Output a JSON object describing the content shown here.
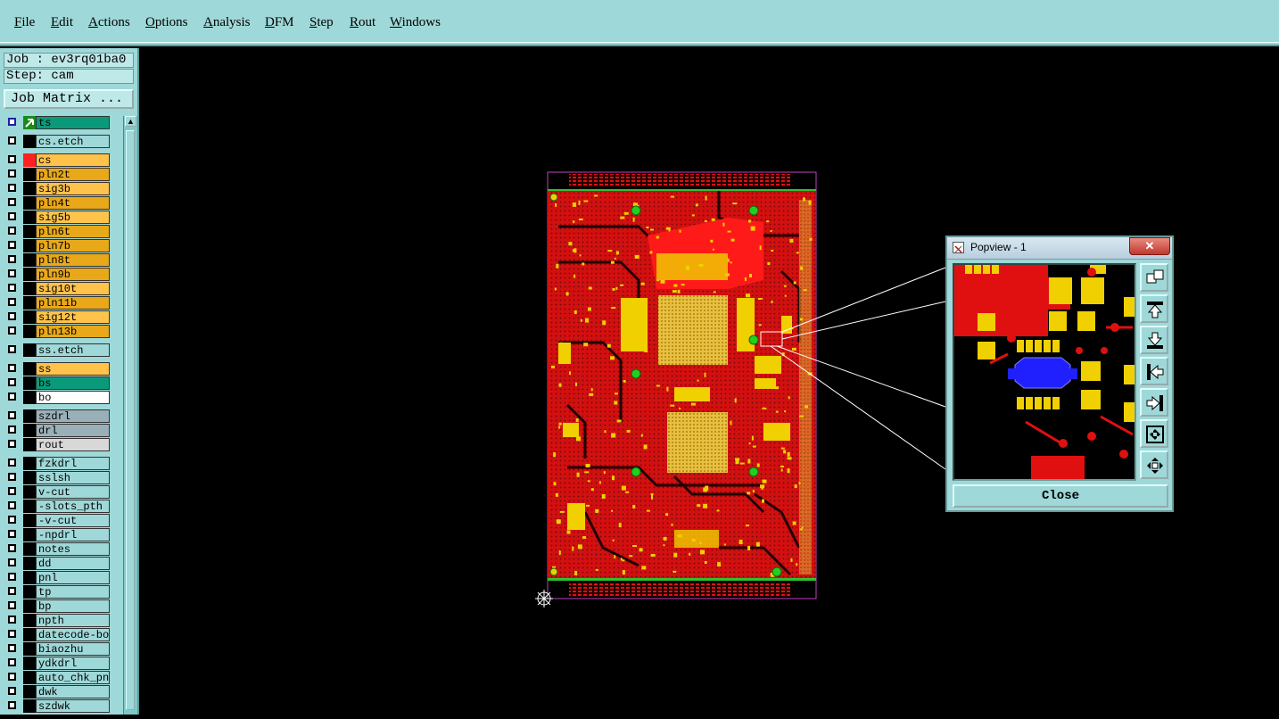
{
  "menu": [
    "File",
    "Edit",
    "Actions",
    "Options",
    "Analysis",
    "DFM",
    "Step",
    "Rout",
    "Windows"
  ],
  "job": {
    "job_label": "Job : ev3rq01ba0",
    "step_label": "Step: cam",
    "matrix_button": "Job Matrix ..."
  },
  "layers": [
    {
      "name": "ts",
      "bg": "#0a9a7a",
      "swatch": "#0a9a7a",
      "gap": false
    },
    {
      "name": "cs.etch",
      "bg": "#9fd8d8",
      "swatch": "#000000",
      "gap": true
    },
    {
      "name": "cs",
      "bg": "#ffc24a",
      "swatch": "#ff2020",
      "gap": true
    },
    {
      "name": "pln2t",
      "bg": "#e8a81a",
      "swatch": "#000000",
      "gap": false
    },
    {
      "name": "sig3b",
      "bg": "#ffc24a",
      "swatch": "#000000",
      "gap": false
    },
    {
      "name": "pln4t",
      "bg": "#e8a81a",
      "swatch": "#000000",
      "gap": false
    },
    {
      "name": "sig5b",
      "bg": "#ffc24a",
      "swatch": "#000000",
      "gap": false
    },
    {
      "name": "pln6t",
      "bg": "#e8a81a",
      "swatch": "#000000",
      "gap": false
    },
    {
      "name": "pln7b",
      "bg": "#e8a81a",
      "swatch": "#000000",
      "gap": false
    },
    {
      "name": "pln8t",
      "bg": "#e8a81a",
      "swatch": "#000000",
      "gap": false
    },
    {
      "name": "pln9b",
      "bg": "#e8a81a",
      "swatch": "#000000",
      "gap": false
    },
    {
      "name": "sig10t",
      "bg": "#ffc24a",
      "swatch": "#000000",
      "gap": false
    },
    {
      "name": "pln11b",
      "bg": "#e8a81a",
      "swatch": "#000000",
      "gap": false
    },
    {
      "name": "sig12t",
      "bg": "#ffc24a",
      "swatch": "#000000",
      "gap": false
    },
    {
      "name": "pln13b",
      "bg": "#e8a81a",
      "swatch": "#000000",
      "gap": false
    },
    {
      "name": "ss.etch",
      "bg": "#9fd8d8",
      "swatch": "#000000",
      "gap": true
    },
    {
      "name": "ss",
      "bg": "#ffc24a",
      "swatch": "#000000",
      "gap": true
    },
    {
      "name": "bs",
      "bg": "#0a9a7a",
      "swatch": "#000000",
      "gap": false
    },
    {
      "name": "bo",
      "bg": "#ffffff",
      "swatch": "#000000",
      "gap": false
    },
    {
      "name": "szdrl",
      "bg": "#9ab0b8",
      "swatch": "#000000",
      "gap": true
    },
    {
      "name": "drl",
      "bg": "#9ab0b8",
      "swatch": "#000000",
      "gap": false
    },
    {
      "name": "rout",
      "bg": "#d8d8d8",
      "swatch": "#000000",
      "gap": false
    },
    {
      "name": "fzkdrl",
      "bg": "#9fd8d8",
      "swatch": "#000000",
      "gap": true
    },
    {
      "name": "sslsh",
      "bg": "#9fd8d8",
      "swatch": "#000000",
      "gap": false
    },
    {
      "name": "v-cut",
      "bg": "#9fd8d8",
      "swatch": "#000000",
      "gap": false
    },
    {
      "name": "-slots_pth",
      "bg": "#9fd8d8",
      "swatch": "#000000",
      "gap": false
    },
    {
      "name": "-v-cut",
      "bg": "#9fd8d8",
      "swatch": "#000000",
      "gap": false
    },
    {
      "name": "-npdrl",
      "bg": "#9fd8d8",
      "swatch": "#000000",
      "gap": false
    },
    {
      "name": "notes",
      "bg": "#9fd8d8",
      "swatch": "#000000",
      "gap": false
    },
    {
      "name": "dd",
      "bg": "#9fd8d8",
      "swatch": "#000000",
      "gap": false
    },
    {
      "name": "pnl",
      "bg": "#9fd8d8",
      "swatch": "#000000",
      "gap": false
    },
    {
      "name": "tp",
      "bg": "#9fd8d8",
      "swatch": "#000000",
      "gap": false
    },
    {
      "name": "bp",
      "bg": "#9fd8d8",
      "swatch": "#000000",
      "gap": false
    },
    {
      "name": "npth",
      "bg": "#9fd8d8",
      "swatch": "#000000",
      "gap": false
    },
    {
      "name": "datecode-bo",
      "bg": "#9fd8d8",
      "swatch": "#000000",
      "gap": false
    },
    {
      "name": "biaozhu",
      "bg": "#9fd8d8",
      "swatch": "#000000",
      "gap": false
    },
    {
      "name": "ydkdrl",
      "bg": "#9fd8d8",
      "swatch": "#000000",
      "gap": false
    },
    {
      "name": "auto_chk_pn.",
      "bg": "#9fd8d8",
      "swatch": "#000000",
      "gap": false
    },
    {
      "name": "dwk",
      "bg": "#9fd8d8",
      "swatch": "#000000",
      "gap": false
    },
    {
      "name": "szdwk",
      "bg": "#9fd8d8",
      "swatch": "#000000",
      "gap": false
    }
  ],
  "popview": {
    "title": "Popview - 1",
    "close_x": "✕",
    "close_button": "Close",
    "tools": [
      "zoom-window-icon",
      "pan-up-icon",
      "pan-down-icon",
      "pan-left-icon",
      "pan-right-icon",
      "zoom-home-icon",
      "zoom-fit-icon"
    ]
  },
  "colors": {
    "ui_cyan": "#9fd8d8",
    "copper_red": "#e01010",
    "pad_yellow": "#f0d000",
    "via_green": "#20c020",
    "selection_blue": "#2020ff"
  }
}
